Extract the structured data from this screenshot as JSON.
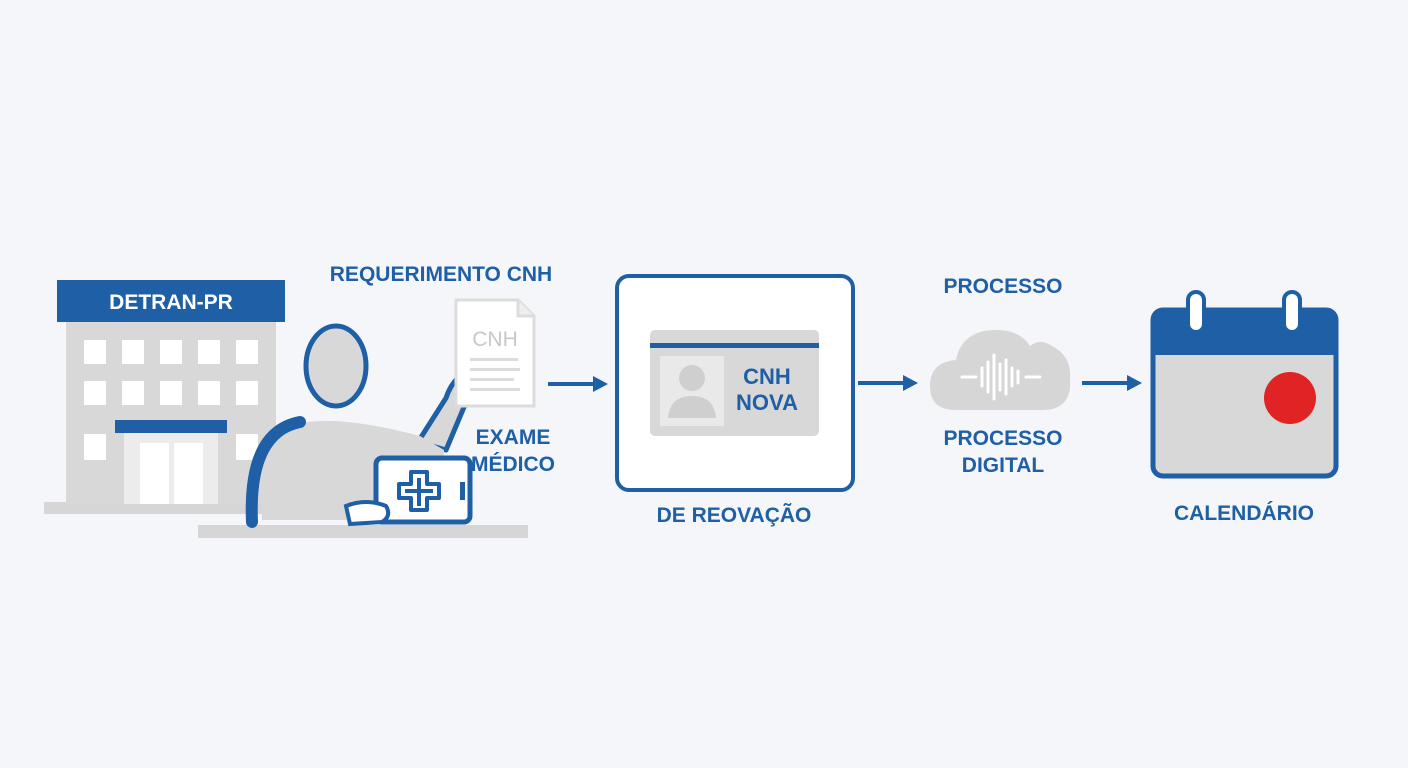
{
  "building": {
    "sign": "DETRAN-PR"
  },
  "document": {
    "caption": "REQUERIMENTO CNH",
    "text": "CNH"
  },
  "medical": {
    "line1": "EXAME",
    "line2": "MÉDICO"
  },
  "license_card": {
    "line1": "CNH",
    "line2": "NOVA",
    "caption": "DE REOVAÇÃO"
  },
  "cloud": {
    "top_label": "PROCESSO",
    "line1": "PROCESSO",
    "line2": "DIGITAL"
  },
  "calendar": {
    "caption": "CALENDÁRIO"
  },
  "colors": {
    "primary": "#1f5fa6",
    "gray": "#d6d6d6",
    "light_gray": "#e6e6e6",
    "alert_red": "#e02424",
    "background": "#f4f6f9"
  }
}
